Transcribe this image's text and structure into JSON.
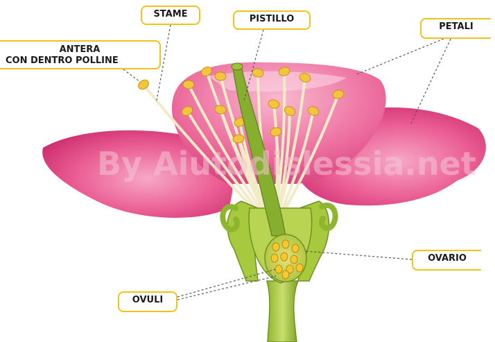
{
  "labels": {
    "stame": "STAME",
    "pistillo": "PISTILLO",
    "petali": "PETALI",
    "antera_line1": "ANTERA",
    "antera_line2": "CON DENTRO POLLINE",
    "ovario": "OVARIO",
    "ovuli": "OVULI"
  },
  "watermark": "By Aiutodislessia.net",
  "colors": {
    "petal": "#e6447f",
    "petal_light": "#f59bbd",
    "sepal": "#9dc33a",
    "pistil": "#7ea82c",
    "filament": "#f5efcf",
    "anther": "#f2c53d",
    "label_border": "#f2c21b"
  }
}
